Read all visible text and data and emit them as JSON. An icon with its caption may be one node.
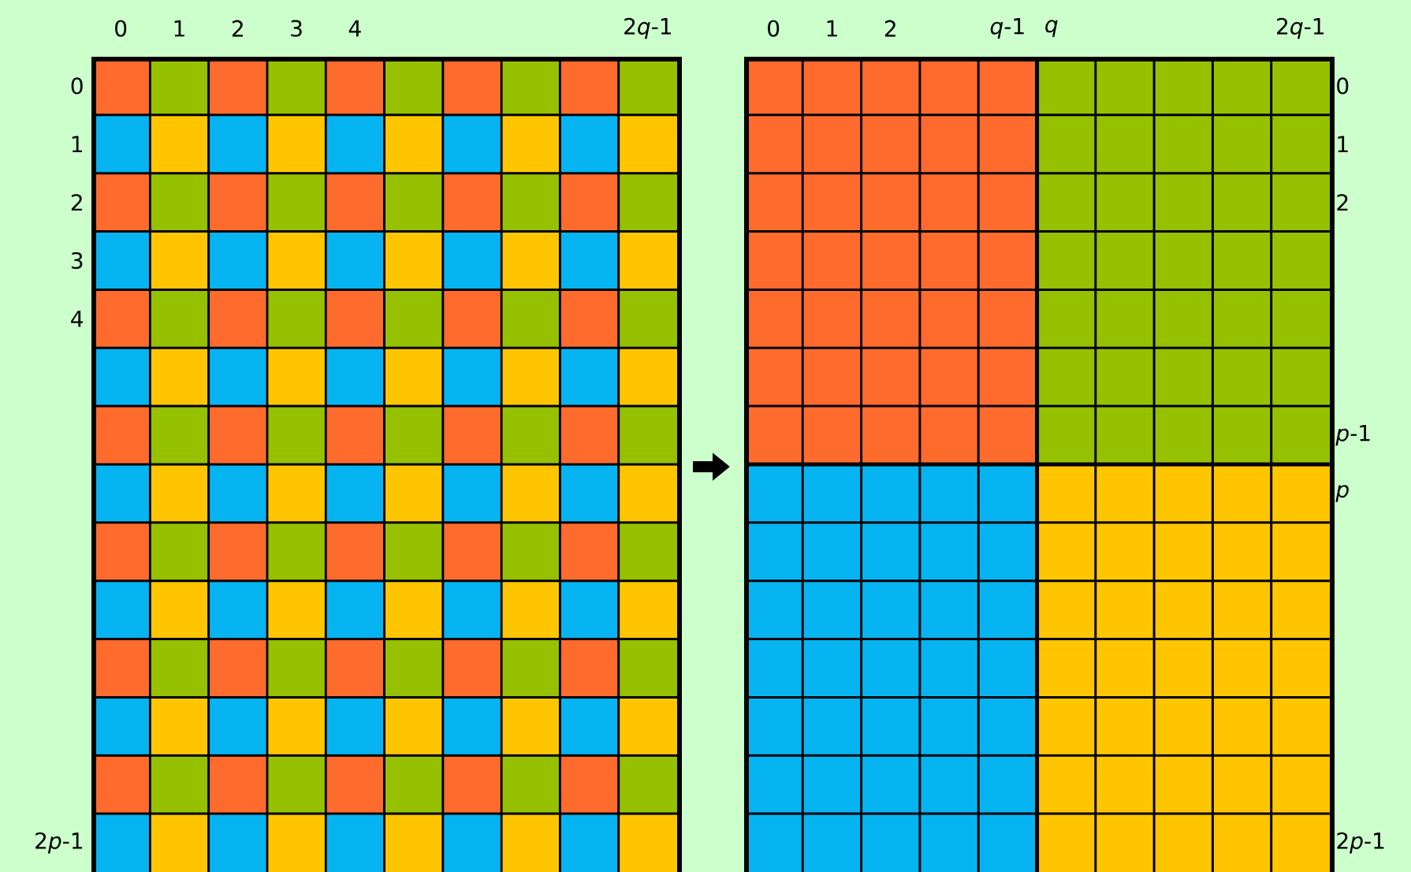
{
  "diagram": {
    "nodes": [
      {
        "text": [],
        "shape": "grid"
      },
      {
        "text": [],
        "shape": "grid"
      }
    ],
    "edges": [
      {
        "from": 0,
        "to": 1,
        "arrow": "to"
      }
    ],
    "labels": [
      "0",
      "1",
      "2",
      "3",
      "4",
      "\\mbox{2\\textit{q}-1}",
      "0",
      "1",
      "2",
      "*q*-1",
      "*q*",
      "\\mbox{2\\textit{q}-1}",
      "0",
      "0",
      "1",
      "1",
      "2",
      "2",
      "3",
      "4",
      "*p*-1",
      "*p*",
      "\\mbox{2\\textit{p}-1}",
      "\\mbox{2\\textit{p}-1}"
    ]
  }
}
